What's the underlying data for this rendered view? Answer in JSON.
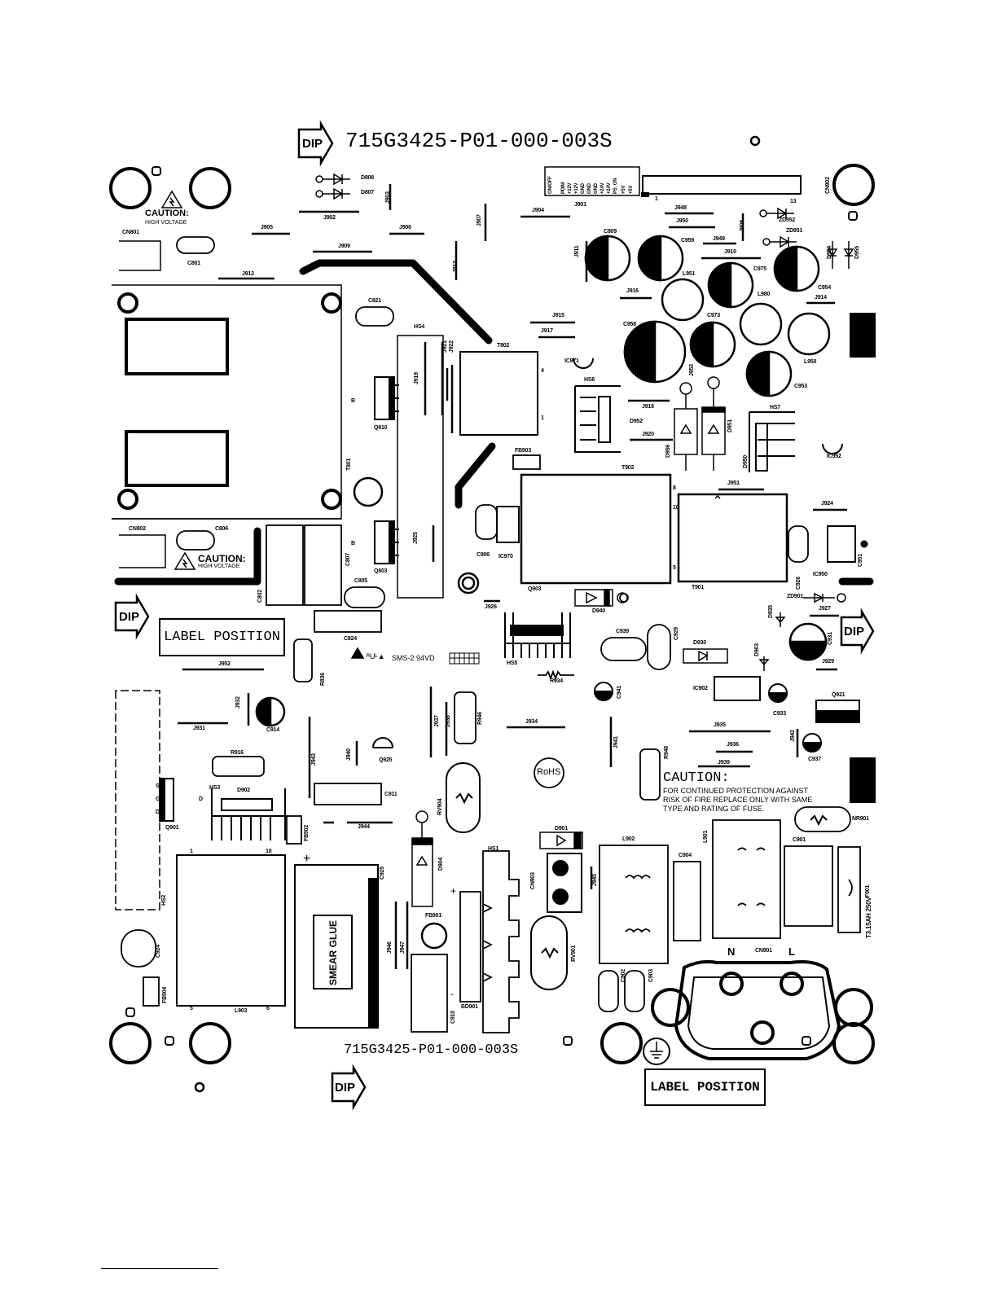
{
  "board_code": "715G3425-P01-000-003S",
  "dip_mark": "DIP",
  "label_position": "LABEL POSITION",
  "caution_hv": {
    "title": "CAUTION:",
    "sub": "HIGH VOLTAGE"
  },
  "fuse_caution": {
    "title": "CAUTION:",
    "lines": [
      "FOR CONTINUED PROTECTION AGAINST",
      "RISK OF FIRE REPLACE ONLY WITH SAME",
      "TYPE AND RATING OF FUSE."
    ]
  },
  "rohs": "RoHS",
  "smear_glue": "SMEAR GLUE",
  "sms_text": "SMS-2 94VD",
  "ul_mark": "ᴿUᴸ▲",
  "fuse_rating": "T3.15AH 250V",
  "connector_pins": [
    "ON/OFF",
    "PDIM",
    "+12V",
    "+12V",
    "GND",
    "GND",
    "GND",
    "+24V",
    "+24V",
    "PS_ON",
    "+5V",
    "+5V"
  ],
  "ac_labels": {
    "n": "N",
    "l": "L"
  },
  "pin_marks": {
    "one": "1",
    "ten": "10",
    "five": "5",
    "six": "6",
    "four": "4",
    "thirteen": "13",
    "eight": "8",
    "b": "B",
    "plus": "+",
    "minus": "-",
    "s": "S",
    "g": "G",
    "d": "D"
  },
  "refs": {
    "D808": "D808",
    "D807": "D807",
    "J903": "J903",
    "J902": "J902",
    "J905": "J905",
    "J906": "J906",
    "J907": "J907",
    "J904": "J904",
    "J901": "J901",
    "CN902": "CN902",
    "J948": "J948",
    "ZD952": "ZD952",
    "J950": "J950",
    "ZD951": "ZD951",
    "D954": "D954",
    "D955": "D955",
    "J908": "J908",
    "CN801": "CN801",
    "C801": "C801",
    "J909": "J909",
    "J913": "J913",
    "J911": "J911",
    "C809": "C809",
    "C959": "C959",
    "J949": "J949",
    "J910": "J910",
    "C975": "C975",
    "C954": "C954",
    "J912": "J912",
    "L951": "L951",
    "L980": "L980",
    "J914": "J914",
    "J916": "J916",
    "C821": "C821",
    "J915": "J915",
    "C973": "C973",
    "C958": "C958",
    "J917": "J917",
    "HS4": "HS4",
    "J921": "J921",
    "J922": "J922",
    "T802": "T802",
    "IC971": "IC971",
    "L950": "L950",
    "J953": "J953",
    "C953": "C953",
    "J919": "J919",
    "HS6": "HS6",
    "J918": "J918",
    "HS7": "HS7",
    "Q810": "Q810",
    "D952": "D952",
    "J920": "J920",
    "D956": "D956",
    "D951": "D951",
    "IC952": "IC952",
    "FB903": "FB903",
    "D950": "D950",
    "T801": "T801",
    "T902": "T902",
    "J951": "J951",
    "J924": "J924",
    "CN802": "CN802",
    "C806": "C806",
    "C906": "C906",
    "IC970": "IC970",
    "J925": "J925",
    "C807": "C807",
    "Q803": "Q803",
    "C951": "C951",
    "IC950": "IC950",
    "C926": "C926",
    "C805": "C805",
    "C802": "C802",
    "Q903": "Q903",
    "D940": "D940",
    "T901": "T901",
    "ZD901": "ZD901",
    "J926": "J926",
    "J927": "J927",
    "D935": "D935",
    "C939": "C939",
    "C929": "C929",
    "C931": "C931",
    "C824": "C824",
    "D930": "D930",
    "D903": "D903",
    "J952": "J952",
    "HS5": "HS5",
    "J929": "J929",
    "R836": "R836",
    "R934": "R934",
    "C941": "C941",
    "IC902": "IC902",
    "C933": "C933",
    "J932": "J932",
    "J938": "J938",
    "R946": "R946",
    "J937": "J937",
    "J934": "J934",
    "Q921": "Q921",
    "C914": "C914",
    "J931": "J931",
    "J935": "J935",
    "J942": "J942",
    "J941": "J941",
    "C937": "C937",
    "J943": "J943",
    "J940": "J940",
    "Q925": "Q925",
    "R948": "R948",
    "J936": "J936",
    "R916": "R916",
    "J939": "J939",
    "C911": "C911",
    "RV904": "RV904",
    "HS3": "HS3",
    "D902": "D902",
    "FB902": "FB902",
    "J944": "J944",
    "NR901": "NR901",
    "Q901": "Q901",
    "D901": "D901",
    "L902": "L902",
    "L901": "L901",
    "C901": "C901",
    "HS2": "HS2",
    "HS1": "HS1",
    "CN903": "CN903",
    "J945": "J945",
    "C904": "C904",
    "D904": "D904",
    "C925": "C925",
    "L903": "L903",
    "FB901": "FB901",
    "J946": "J946",
    "J947": "J947",
    "RV901": "RV901",
    "F901": "F901",
    "C924": "C924",
    "CN901": "CN901",
    "C902": "C902",
    "C903": "C903",
    "FB904": "FB904",
    "C910": "C910",
    "BD901": "BD901"
  }
}
